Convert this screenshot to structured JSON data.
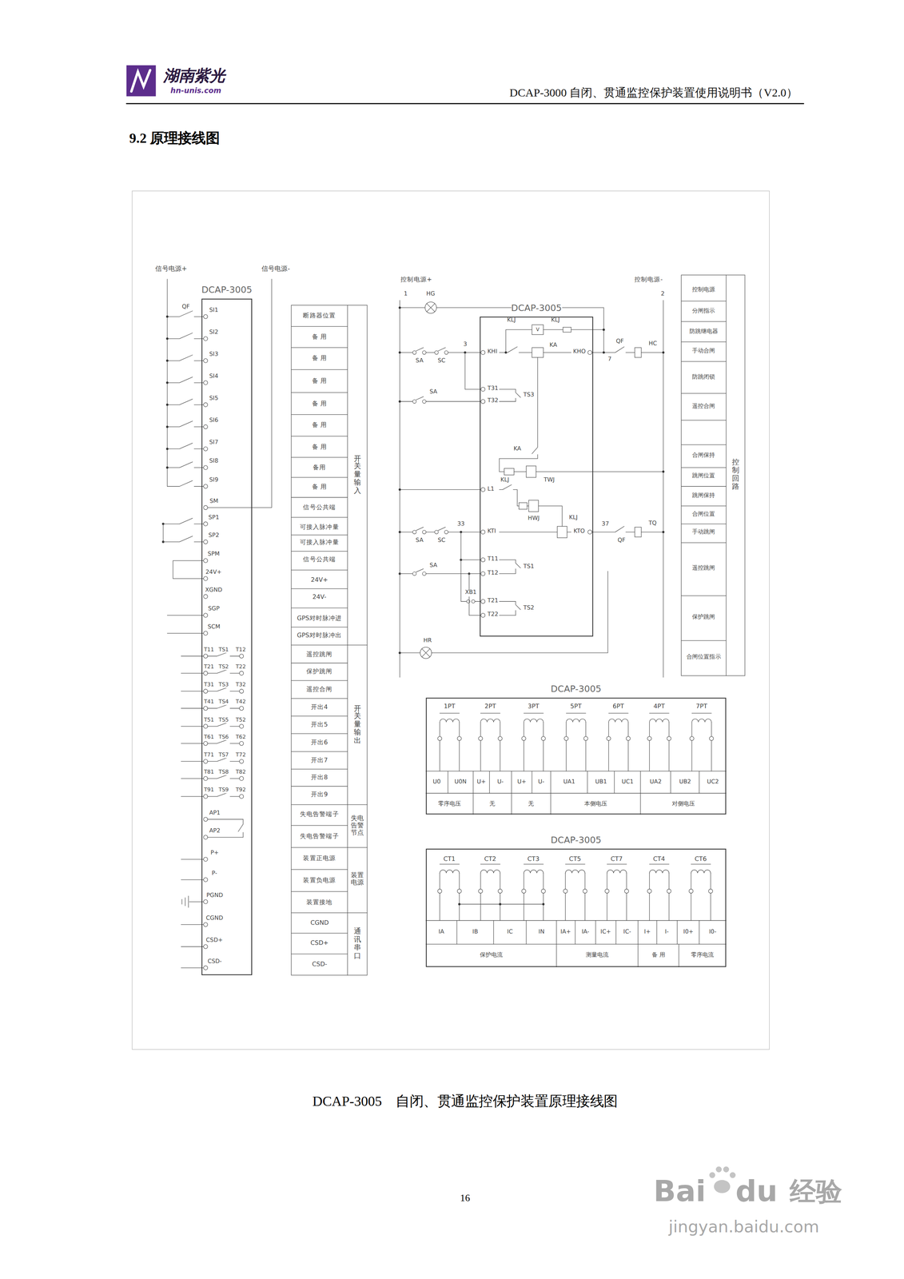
{
  "diagram": {
    "title": "9.2 原理接线图",
    "caption": "DCAP-3005　自闭、贯通监控保护装置原理接线图",
    "nodes": [
      {
        "text": [
          "DCAP-3005"
        ]
      },
      {
        "text": [
          "DCAP-3005"
        ]
      },
      {
        "text": [
          "DCAP-3005"
        ]
      },
      {
        "text": [
          "DCAP-3005"
        ]
      }
    ],
    "labels": [
      "湖南紫光",
      "hn-unis.com",
      "DCAP-3000 自闭、贯通监控保护装置使用说明书（V2.0）",
      "信号电源+",
      "信号电源-",
      "QF",
      "SI1",
      "SI2",
      "SI3",
      "SI4",
      "SI5",
      "SI6",
      "SI7",
      "SI8",
      "SI9",
      "SM",
      "SP1",
      "SP2",
      "SPM",
      "24V+",
      "XGND",
      "SGP",
      "SCM",
      "T11",
      "TS1",
      "T12",
      "T21",
      "TS2",
      "T22",
      "T31",
      "TS3",
      "T32",
      "T41",
      "TS4",
      "T42",
      "T51",
      "TS5",
      "T52",
      "T61",
      "TS6",
      "T62",
      "T71",
      "TS7",
      "T72",
      "T81",
      "TS8",
      "T82",
      "T91",
      "TS9",
      "T92",
      "AP1",
      "AP2",
      "P+",
      "P-",
      "PGND",
      "CGND",
      "CSD+",
      "CSD-",
      "断路器位置",
      "备 用",
      "备 用",
      "备 用",
      "备 用",
      "备 用",
      "备 用",
      "备用",
      "备 用",
      "信号公共端",
      "可接入脉冲量",
      "可接入脉冲量",
      "信号公共端",
      "24V+",
      "24V-",
      "GPS对时脉冲进",
      "GPS对时脉冲出",
      "遥控跳闸",
      "保护跳闸",
      "遥控合闸",
      "开出4",
      "开出5",
      "开出6",
      "开出7",
      "开出8",
      "开出9",
      "失电告警端子",
      "失电告警端子",
      "装置正电源",
      "装置负电源",
      "装置接地",
      "CGND",
      "CSD+",
      "CSD-",
      "开关量输入",
      "开关量输出",
      "失电告警节点",
      "装置电源",
      "通讯串口",
      "控制电源",
      "分闸指示",
      "防跳继电器",
      "手动合闸",
      "防跳闭锁",
      "遥控合闸",
      "合闸保持",
      "跳闸位置",
      "跳闸保持",
      "合闸位置",
      "手动跳闸",
      "遥控跳闸",
      "保护跳闸",
      "合闸位置指示",
      "控制回路",
      "控制电源+",
      "1",
      "HG",
      "控制电源-",
      "2",
      "KLJ",
      "V",
      "KLJ",
      "KA",
      "KHI",
      "KHO",
      "7",
      "QF",
      "HC",
      "3",
      "SA",
      "SC",
      "T31",
      "T32",
      "TS3",
      "SA",
      "KA",
      "TWJ",
      "L1",
      "KLJ",
      "HWJ",
      "KLJ",
      "SA",
      "SC",
      "33",
      "KTI",
      "KTO",
      "37",
      "QF",
      "TQ",
      "T11",
      "T12",
      "TS1",
      "SA",
      "XB1",
      "T21",
      "T22",
      "TS2",
      "HR",
      "1PT",
      "2PT",
      "3PT",
      "5PT",
      "6PT",
      "4PT",
      "7PT",
      "U0",
      "U0N",
      "U+",
      "U-",
      "U+",
      "U-",
      "UA1",
      "UB1",
      "UC1",
      "UA2",
      "UB2",
      "UC2",
      "零序电压",
      "无",
      "无",
      "本侧电压",
      "对侧电压",
      "CT1",
      "CT2",
      "CT3",
      "CT5",
      "CT7",
      "CT4",
      "CT6",
      "IA",
      "IB",
      "IC",
      "IN",
      "IA+",
      "IA-",
      "IC+",
      "IC-",
      "I+",
      "I-",
      "I0+",
      "I0-",
      "保护电流",
      "测量电流",
      "备 用",
      "零序电流",
      "16",
      "Bai",
      "du",
      "经验",
      "jingyan.baidu.com"
    ]
  }
}
